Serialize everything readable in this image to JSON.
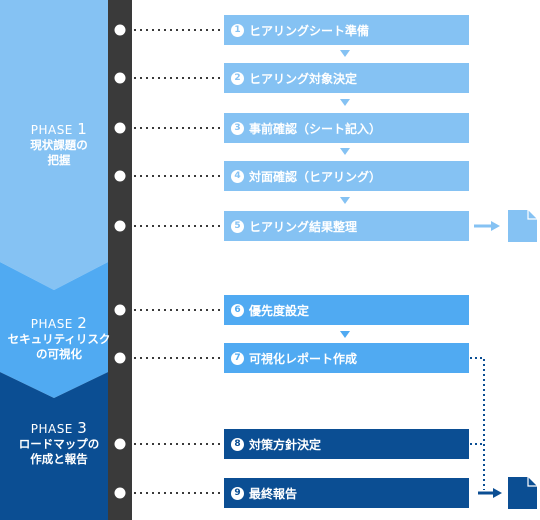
{
  "phases": [
    {
      "prefix": "PHASE",
      "number": "1",
      "title_lines": [
        "現状課題の",
        "把握"
      ]
    },
    {
      "prefix": "PHASE",
      "number": "2",
      "title_lines": [
        "セキュリティリスク",
        "の可視化"
      ]
    },
    {
      "prefix": "PHASE",
      "number": "3",
      "title_lines": [
        "ロードマップの",
        "作成と報告"
      ]
    }
  ],
  "steps": [
    {
      "num": "1",
      "label": "ヒアリングシート準備"
    },
    {
      "num": "2",
      "label": "ヒアリング対象決定"
    },
    {
      "num": "3",
      "label": "事前確認（シート記入）"
    },
    {
      "num": "4",
      "label": "対面確認（ヒアリング）"
    },
    {
      "num": "5",
      "label": "ヒアリング結果整理"
    },
    {
      "num": "6",
      "label": "優先度設定"
    },
    {
      "num": "7",
      "label": "可視化レポート作成"
    },
    {
      "num": "8",
      "label": "対策方針決定"
    },
    {
      "num": "9",
      "label": "最終報告"
    }
  ],
  "colors": {
    "phase1": "#85c2f3",
    "phase2": "#50aaf2",
    "phase3": "#0b4e93",
    "spine": "#3a3a3a",
    "connector": "#0b4e93",
    "document_light": "#85c2f3",
    "document_dark": "#0b4e93"
  },
  "icons": [
    "document-icon",
    "arrow-down-icon",
    "arrow-right-icon",
    "step-dot"
  ]
}
